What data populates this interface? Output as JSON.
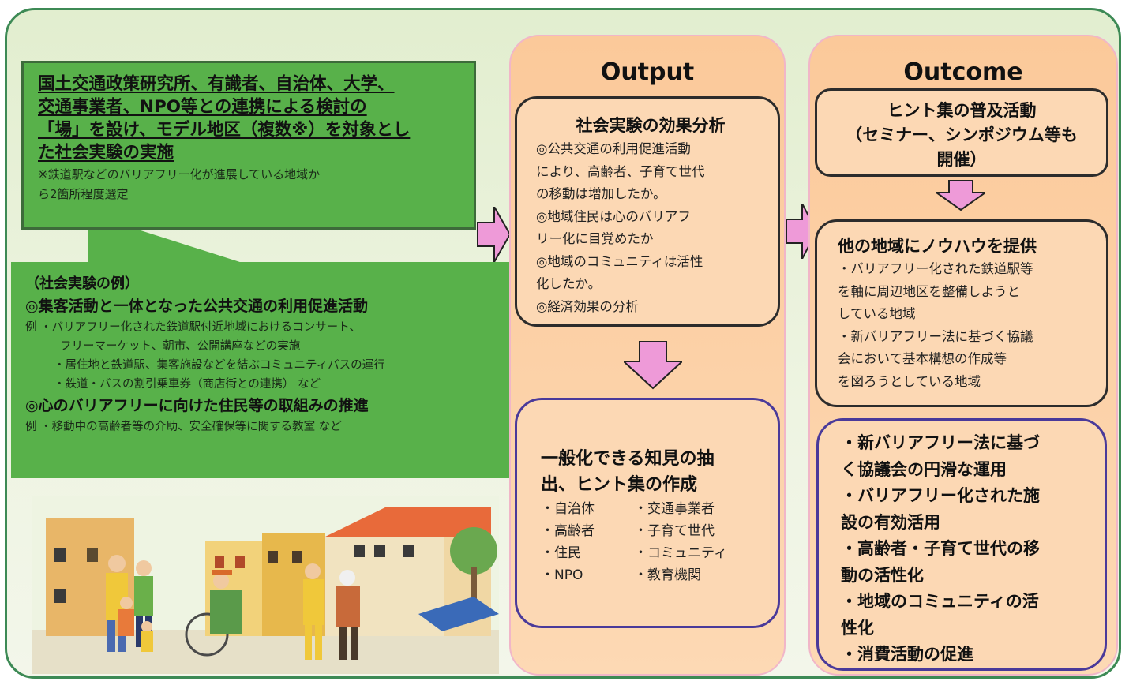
{
  "top_box": {
    "main_lines": [
      "国土交通政策研究所、有識者、自治体、大学、",
      "交通事業者、NPO等との連携による検討の",
      "「場」を設け、モデル地区（複数※）を対象とし",
      "た社会実験の実施"
    ],
    "note_lines": [
      "※鉄道駅などのバリアフリー化が進展している地域か",
      "ら2箇所程度選定"
    ]
  },
  "examples": {
    "heading": "（社会実験の例）",
    "item1_title": "◎集客活動と一体となった公共交通の利用促進活動",
    "item1_lines": [
      "例 ・バリアフリー化された鉄道駅付近地域におけるコンサート、",
      "フリーマーケット、朝市、公開講座などの実施",
      "・居住地と鉄道駅、集客施設などを結ぶコミュニティバスの運行",
      "・鉄道・バスの割引乗車券（商店街との連携） など"
    ],
    "item2_title": "◎心のバリアフリーに向けた住民等の取組みの推進",
    "item2_lines": [
      "例 ・移動中の高齢者等の介助、安全確保等に関する教室 など"
    ]
  },
  "output": {
    "title": "Output",
    "box1_title": "社会実験の効果分析",
    "box1_lines": [
      "◎公共交通の利用促進活動",
      "により、高齢者、子育て世代",
      "の移動は増加したか。",
      "◎地域住民は心のバリアフ",
      "リー化に目覚めたか",
      "◎地域のコミュニティは活性",
      "化したか。",
      "◎経済効果の分析"
    ],
    "box2_title_lines": [
      "一般化できる知見の抽",
      "出、ヒント集の作成"
    ],
    "box2_items": [
      "・自治体",
      "・交通事業者",
      "・高齢者",
      "・子育て世代",
      "・住民",
      "・コミュニティ",
      "・NPO",
      "・教育機関"
    ]
  },
  "outcome": {
    "title": "Outcome",
    "box1_lines": [
      "ヒント集の普及活動",
      "（セミナー、シンポジウム等も",
      "開催）"
    ],
    "box2_title": "他の地域にノウハウを提供",
    "box2_lines": [
      "・バリアフリー化された鉄道駅等",
      "を軸に周辺地区を整備しようと",
      "している地域",
      "・新バリアフリー法に基づく協議",
      "会において基本構想の作成等",
      "を図ろうとしている地域"
    ],
    "box3_lines": [
      "・新バリアフリー法に基づ",
      "く協議会の円滑な運用",
      "・バリアフリー化された施",
      "設の有効活用",
      "・高齢者・子育て世代の移",
      "動の活性化",
      "・地域のコミュニティの活",
      "性化",
      "・消費活動の促進"
    ]
  },
  "colors": {
    "green_box": "#58b14a",
    "orange_column": "#fbc99a",
    "arrow_pink": "#ee9ad8",
    "frame_border": "#3d8a55"
  }
}
